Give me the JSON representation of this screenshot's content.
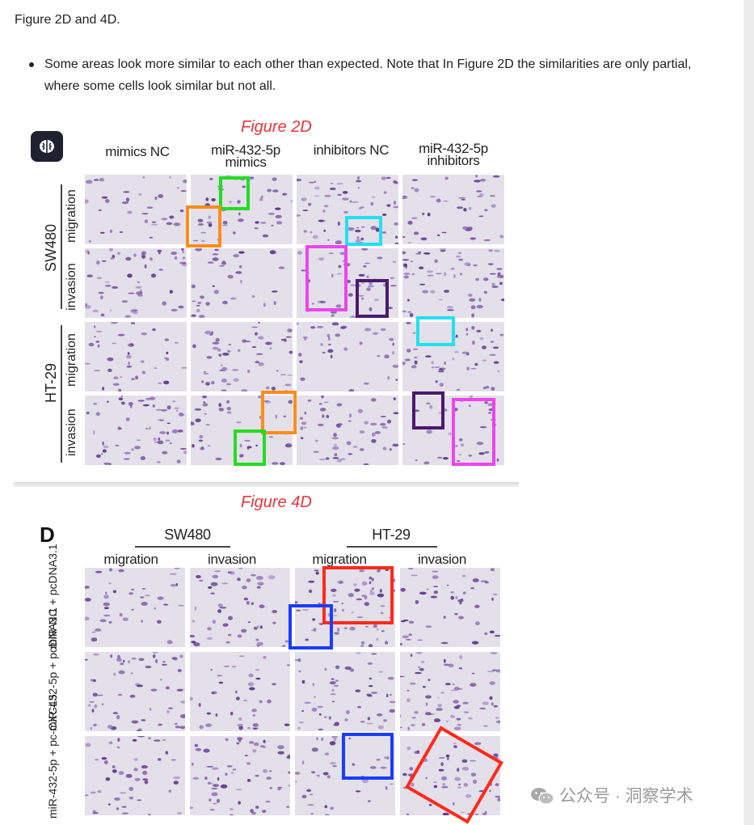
{
  "text": {
    "top_line": "Figure 2D and 4D.",
    "bullet": "Some areas look more similar to each other than expected. Note that In Figure 2D the similarities are only partial, where some cells look similar but not all."
  },
  "fig2": {
    "title": "Figure 2D",
    "col_labels": [
      "mimics NC",
      "miR-432-5p mimics",
      "inhibitors NC",
      "miR-432-5p inhibitors"
    ],
    "row_labels": [
      "migration",
      "invasion",
      "migration",
      "invasion"
    ],
    "group_labels": [
      "SW480",
      "HT-29"
    ]
  },
  "fig4": {
    "title": "Figure 4D",
    "letter": "D",
    "group_labels": [
      "SW480",
      "HT-29"
    ],
    "col_labels": [
      "migration",
      "invasion",
      "migration",
      "invasion"
    ],
    "row_labels": [
      "miR-NC + pcDNA3.1",
      "miR-432-5p + pcDNA3.1",
      "miR-432-5p + pc-CXCL5"
    ]
  },
  "colors": {
    "green": "#22dd22",
    "orange": "#ff8c1a",
    "cyan": "#22e0f0",
    "magenta": "#ee44ee",
    "purple": "#4a1a6e",
    "red": "#ff2a1a",
    "blue": "#1a3cff"
  },
  "icons": {
    "badge": "brain-icon",
    "watermark": "wechat-icon"
  },
  "watermark": "公众号 · 洞察学术"
}
